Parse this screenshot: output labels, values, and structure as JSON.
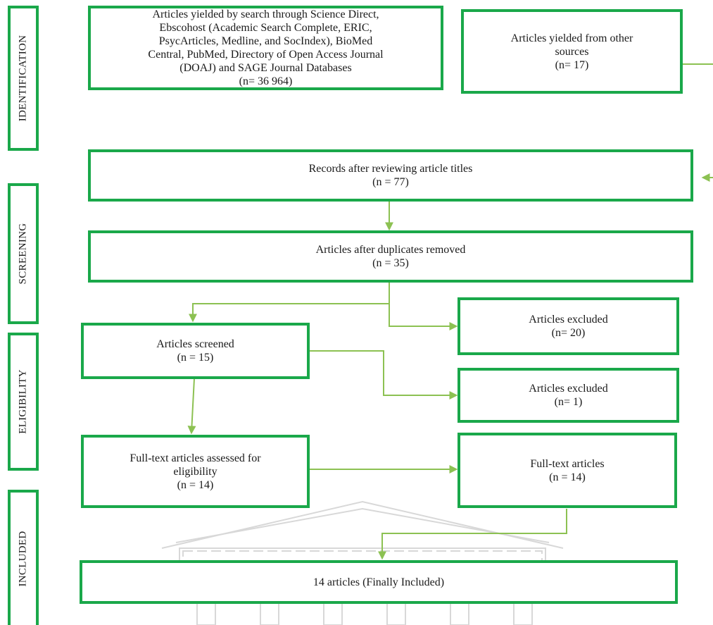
{
  "stages": {
    "identification": "IDENTIFICATION",
    "screening": "SCREENING",
    "eligibility": "ELIGIBILITY",
    "included": "INCLUDED"
  },
  "boxes": {
    "database_search": {
      "lines": [
        "Articles yielded by search through Science Direct,",
        "Ebscohost (Academic Search Complete, ERIC,",
        "PsycArticles, Medline, and SocIndex), BioMed",
        "Central, PubMed, Directory of Open Access Journal",
        "(DOAJ) and SAGE Journal Databases",
        "(n= 36 964)"
      ]
    },
    "other_sources": {
      "lines": [
        "Articles yielded from other",
        "sources",
        "(n= 17)"
      ]
    },
    "titles_reviewed": {
      "lines": [
        "Records after reviewing article titles",
        "(n = 77)"
      ]
    },
    "duplicates_removed": {
      "lines": [
        "Articles after duplicates removed",
        "(n = 35)"
      ]
    },
    "screened": {
      "lines": [
        "Articles screened",
        "(n = 15)"
      ]
    },
    "excluded_screening": {
      "lines": [
        "Articles excluded",
        "(n= 20)"
      ]
    },
    "excluded_eligibility": {
      "lines": [
        "Articles excluded",
        "(n= 1)"
      ]
    },
    "full_text_assessed": {
      "lines": [
        "Full-text articles assessed for",
        "eligibility",
        "(n = 14)"
      ]
    },
    "full_text": {
      "lines": [
        "Full-text articles",
        "(n = 14)"
      ]
    },
    "included": {
      "lines": [
        "14 articles (Finally Included)"
      ]
    }
  },
  "colors": {
    "border": "#1aa84a",
    "arrow": "#8cc152",
    "watermark": "#d8d8d8"
  }
}
